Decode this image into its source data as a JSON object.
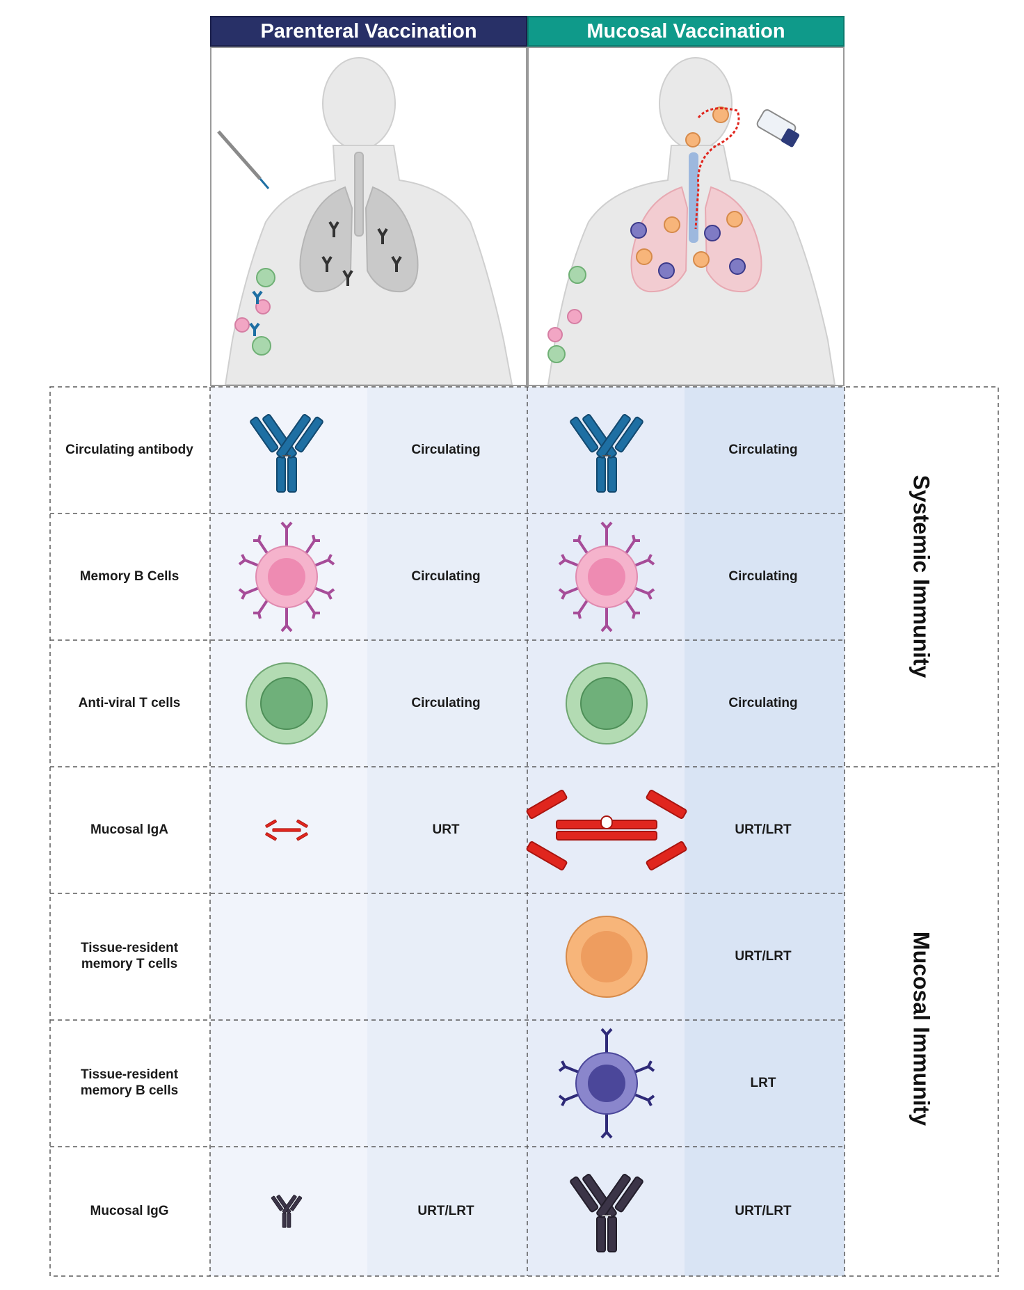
{
  "headers": {
    "parenteral": "Parenteral Vaccination",
    "mucosal": "Mucosal Vaccination"
  },
  "side_labels": {
    "systemic": "Systemic Immunity",
    "mucosal": "Mucosal Immunity"
  },
  "rows": [
    {
      "label": "Circulating antibody",
      "parenteral_location": "Circulating",
      "mucosal_location": "Circulating",
      "icon": "antibody-icon"
    },
    {
      "label": "Memory B Cells",
      "parenteral_location": "Circulating",
      "mucosal_location": "Circulating",
      "icon": "b-cell-icon"
    },
    {
      "label": "Anti-viral T cells",
      "parenteral_location": "Circulating",
      "mucosal_location": "Circulating",
      "icon": "t-cell-icon"
    },
    {
      "label": "Mucosal IgA",
      "parenteral_location": "URT",
      "mucosal_location": "URT/LRT",
      "icon": "iga-dimer-icon"
    },
    {
      "label": "Tissue-resident memory T cells",
      "parenteral_location": "",
      "mucosal_location": "URT/LRT",
      "icon": "trm-cell-icon"
    },
    {
      "label": "Tissue-resident memory B cells",
      "parenteral_location": "",
      "mucosal_location": "LRT",
      "icon": "brm-cell-icon"
    },
    {
      "label": "Mucosal IgG",
      "parenteral_location": "URT/LRT",
      "mucosal_location": "URT/LRT",
      "icon": "igg-icon"
    }
  ],
  "colors": {
    "parenteral_header": "#283067",
    "mucosal_header": "#0f9a8a",
    "antibody_blue": "#1e6fa3",
    "b_cell_pink": "#f2a6c4",
    "t_cell_green": "#a9d7ad",
    "iga_red": "#e0261e",
    "trm_orange": "#f7b57a",
    "brm_purple": "#7f7bc4",
    "igg_dark": "#3b3447"
  }
}
